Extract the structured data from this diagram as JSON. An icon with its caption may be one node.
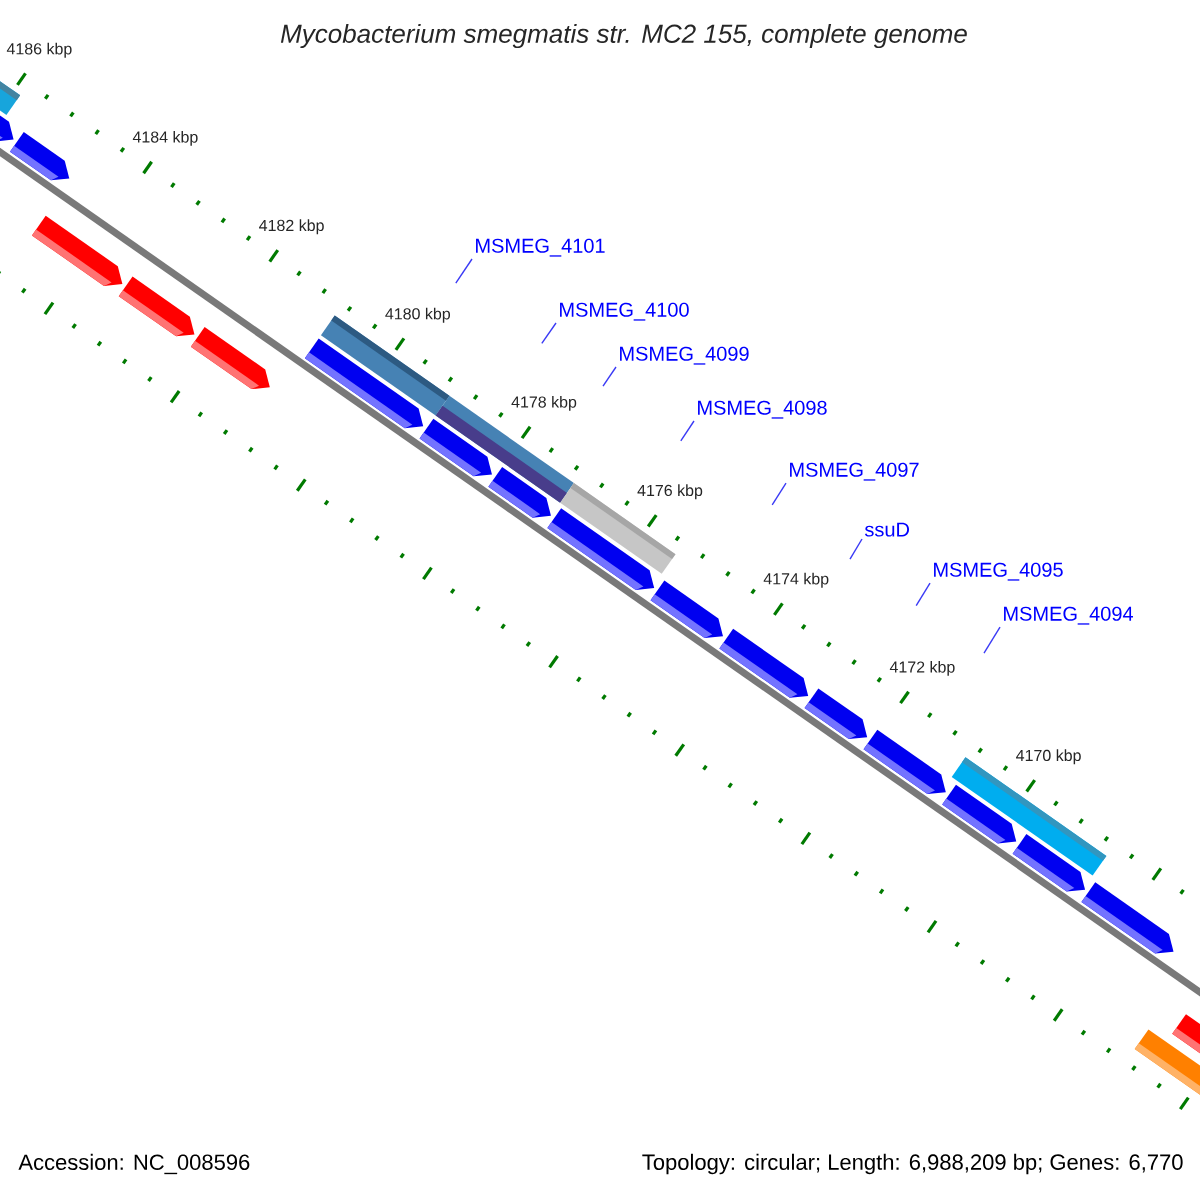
{
  "diagram": {
    "title": "Mycobacterium smegmatis str. MC2 155, complete genome",
    "nodes": [
      {
        "text": [
          "MSMEG_4101"
        ]
      },
      {
        "text": [
          "MSMEG_4100"
        ]
      },
      {
        "text": [
          "MSMEG_4099"
        ]
      },
      {
        "text": [
          "MSMEG_4098"
        ]
      },
      {
        "text": [
          "MSMEG_4097"
        ]
      },
      {
        "text": [
          "ssuD"
        ]
      },
      {
        "text": [
          "MSMEG_4095"
        ]
      },
      {
        "text": [
          "MSMEG_4094"
        ]
      }
    ],
    "edges": [
      {
        "from": 0,
        "to": null,
        "arrow": "none"
      },
      {
        "from": 1,
        "to": null,
        "arrow": "none"
      },
      {
        "from": 2,
        "to": null,
        "arrow": "none"
      },
      {
        "from": 3,
        "to": null,
        "arrow": "none"
      },
      {
        "from": 4,
        "to": null,
        "arrow": "none"
      },
      {
        "from": 5,
        "to": null,
        "arrow": "none"
      },
      {
        "from": 6,
        "to": null,
        "arrow": "none"
      },
      {
        "from": 7,
        "to": null,
        "arrow": "none"
      }
    ],
    "labels": [
      "4186 kbp",
      "4184 kbp",
      "4182 kbp",
      "4180 kbp",
      "4178 kbp",
      "4176 kbp",
      "4174 kbp",
      "4172 kbp",
      "4170 kbp",
      "Accession: NC_008596",
      "Topology: circular; Length: 6,988,209 bp; Genes: 6,770"
    ]
  }
}
